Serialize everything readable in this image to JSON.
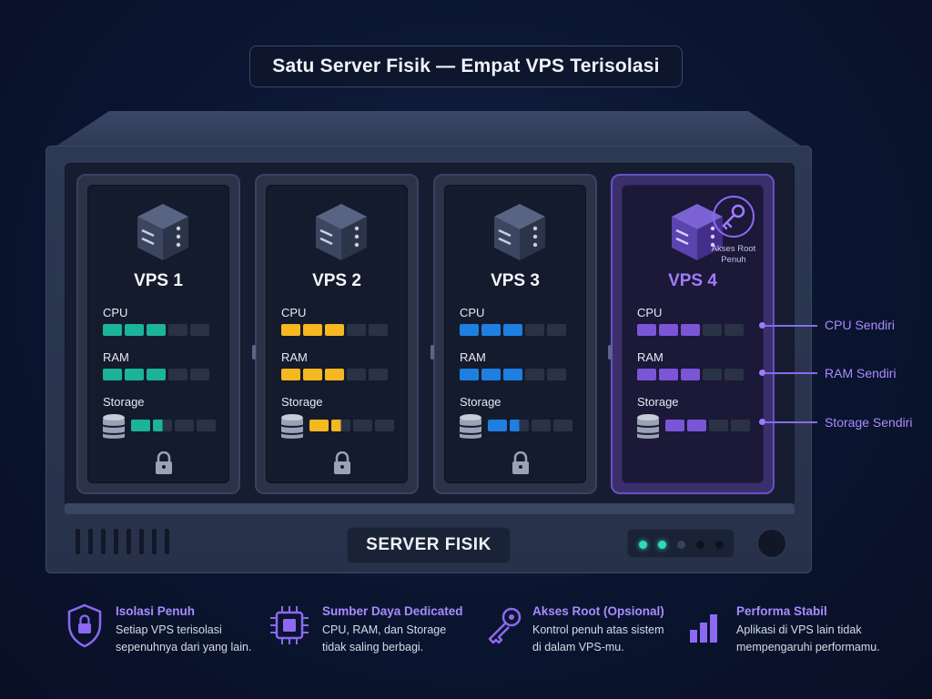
{
  "title": "Satu Server Fisik — Empat VPS Terisolasi",
  "server_label": "SERVER FISIK",
  "colors": {
    "teal": "#1bb39a",
    "yellow": "#f5b820",
    "blue": "#1f7fe0",
    "purple": "#7a55d6",
    "empty": "#2a3346"
  },
  "vps": [
    {
      "name": "VPS 1",
      "color": "teal",
      "cpu_filled": 3,
      "ram_filled": 3,
      "storage_filled": 1.5,
      "lock_icon": "lock-icon"
    },
    {
      "name": "VPS 2",
      "color": "yellow",
      "cpu_filled": 3,
      "ram_filled": 3,
      "storage_filled": 1.5,
      "lock_icon": "lock-icon"
    },
    {
      "name": "VPS 3",
      "color": "blue",
      "cpu_filled": 3,
      "ram_filled": 3,
      "storage_filled": 1.5,
      "lock_icon": "lock-icon"
    },
    {
      "name": "VPS 4",
      "color": "purple",
      "cpu_filled": 3,
      "ram_filled": 3,
      "storage_filled": 2,
      "badge": "key-icon"
    }
  ],
  "resource_labels": {
    "cpu": "CPU",
    "ram": "RAM",
    "storage": "Storage"
  },
  "root_badge": "Akses Root Penuh",
  "callouts": [
    "CPU Sendiri",
    "RAM Sendiri",
    "Storage Sendiri"
  ],
  "features": [
    {
      "icon": "shield-lock-icon",
      "title": "Isolasi Penuh",
      "desc1": "Setiap VPS terisolasi",
      "desc2": "sepenuhnya dari yang lain."
    },
    {
      "icon": "chip-icon",
      "title": "Sumber Daya Dedicated",
      "desc1": "CPU, RAM, dan Storage",
      "desc2": "tidak saling berbagi."
    },
    {
      "icon": "key-icon",
      "title": "Akses Root (Opsional)",
      "desc1": "Kontrol penuh atas sistem",
      "desc2": "di dalam VPS-mu."
    },
    {
      "icon": "bar-chart-icon",
      "title": "Performa Stabil",
      "desc1": "Aplikasi di VPS lain tidak",
      "desc2": "mempengaruhi performamu."
    }
  ],
  "status_leds": [
    "#36d6c4",
    "#36d6c4",
    "#3a4258",
    "#0e1220",
    "#0e1220"
  ]
}
